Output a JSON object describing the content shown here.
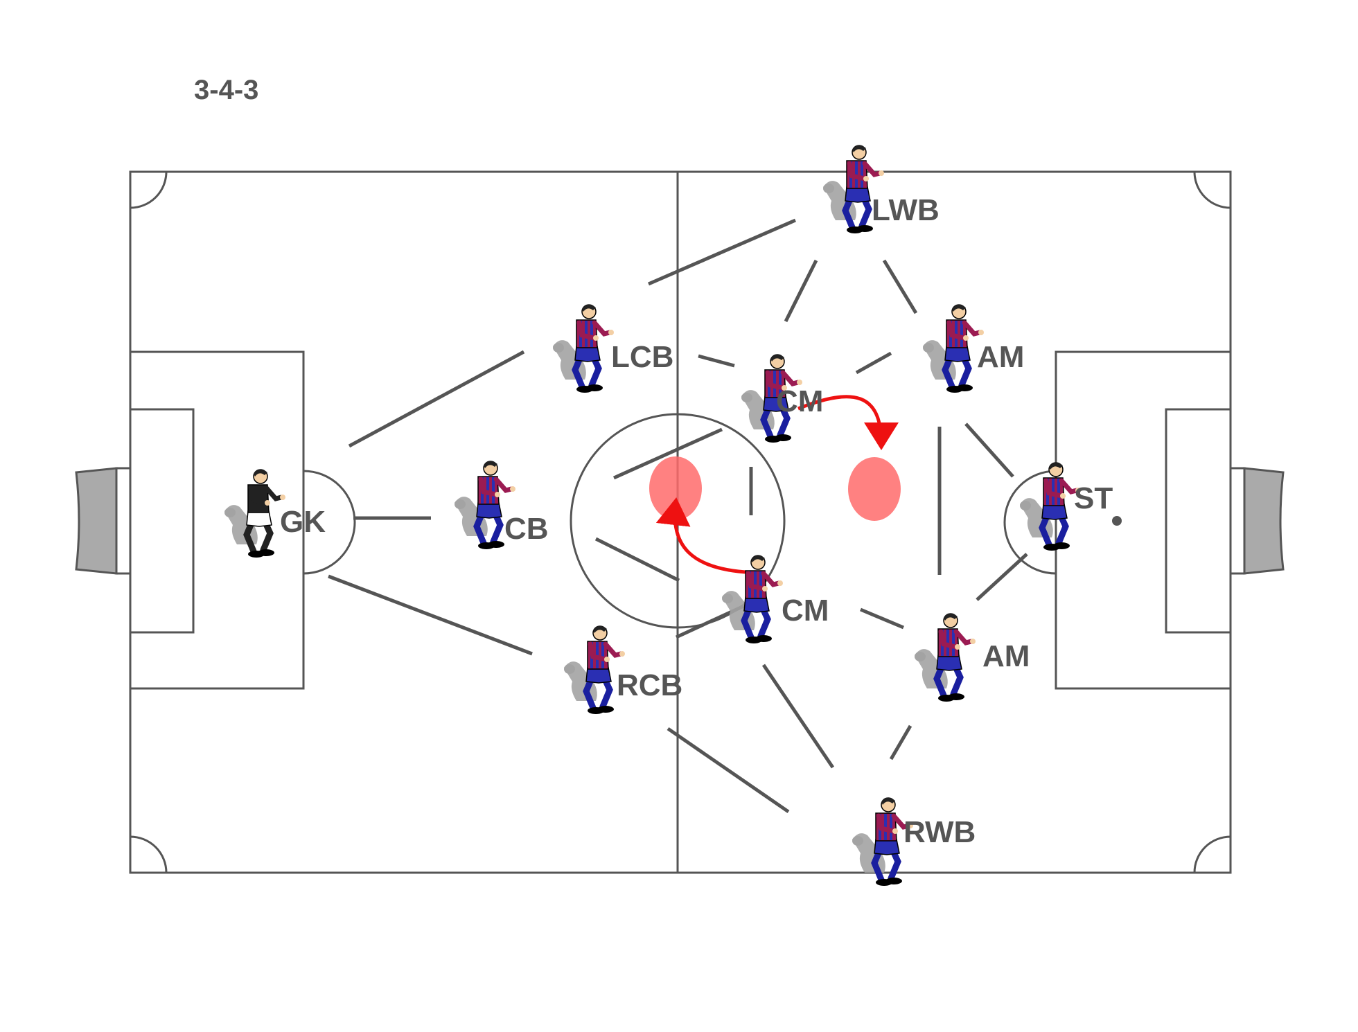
{
  "diagram": {
    "title": "3-4-3",
    "colors": {
      "lines": "#555555",
      "pitch": "#ffffff",
      "arrow": "#ee1111",
      "zone": "#ff6b6b",
      "shirt_a": "#9b1b52",
      "shirt_b": "#2a2fb3",
      "shorts": "#2a2fb3",
      "socks": "#1a1f9f",
      "skin": "#f3cfa4",
      "hair": "#222222",
      "goalkeeper_shirt": "#222222",
      "goalkeeper_shorts": "#ffffff",
      "shadow": "#a3a3a3",
      "net": "#aaaaaa"
    },
    "players": [
      {
        "id": "gk",
        "label": "GK",
        "icon": "goalkeeper-figure-icon"
      },
      {
        "id": "cb",
        "label": "CB",
        "icon": "player-figure-icon"
      },
      {
        "id": "lcb",
        "label": "LCB",
        "icon": "player-figure-icon"
      },
      {
        "id": "rcb",
        "label": "RCB",
        "icon": "player-figure-icon"
      },
      {
        "id": "lwb",
        "label": "LWB",
        "icon": "player-figure-icon"
      },
      {
        "id": "cm1",
        "label": "CM",
        "icon": "player-figure-icon"
      },
      {
        "id": "cm2",
        "label": "CM",
        "icon": "player-figure-icon"
      },
      {
        "id": "am1",
        "label": "AM",
        "icon": "player-figure-icon"
      },
      {
        "id": "am2",
        "label": "AM",
        "icon": "player-figure-icon"
      },
      {
        "id": "rwb",
        "label": "RWB",
        "icon": "player-figure-icon"
      },
      {
        "id": "st",
        "label": "ST",
        "icon": "player-figure-icon"
      }
    ]
  }
}
